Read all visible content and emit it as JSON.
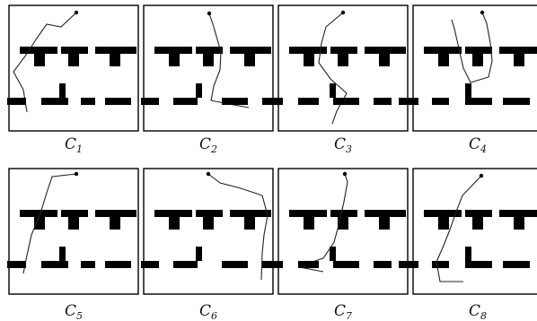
{
  "figure": {
    "panels": [
      {
        "letter": "C",
        "subscript": "1",
        "path": [
          [
            85,
            14
          ],
          [
            68,
            30
          ],
          [
            52,
            27
          ],
          [
            40,
            44
          ],
          [
            30,
            60
          ],
          [
            15,
            80
          ],
          [
            26,
            100
          ],
          [
            30,
            125
          ]
        ]
      },
      {
        "letter": "C",
        "subscript": "2",
        "path": [
          [
            233,
            15
          ],
          [
            238,
            30
          ],
          [
            246,
            58
          ],
          [
            245,
            78
          ],
          [
            238,
            96
          ],
          [
            235,
            112
          ],
          [
            255,
            116
          ],
          [
            277,
            120
          ]
        ]
      },
      {
        "letter": "C",
        "subscript": "3",
        "path": [
          [
            382,
            14
          ],
          [
            363,
            30
          ],
          [
            358,
            48
          ],
          [
            355,
            70
          ],
          [
            368,
            88
          ],
          [
            386,
            104
          ],
          [
            375,
            124
          ],
          [
            370,
            138
          ]
        ]
      },
      {
        "letter": "C",
        "subscript": "4",
        "path": [
          [
            537,
            14
          ],
          [
            542,
            26
          ],
          [
            546,
            48
          ],
          [
            548,
            68
          ],
          [
            544,
            86
          ],
          [
            524,
            92
          ],
          [
            516,
            76
          ],
          [
            506,
            32
          ],
          [
            503,
            22
          ]
        ]
      },
      {
        "letter": "C",
        "subscript": "5",
        "path": [
          [
            85,
            194
          ],
          [
            58,
            197
          ],
          [
            52,
            215
          ],
          [
            45,
            238
          ],
          [
            35,
            262
          ],
          [
            30,
            285
          ],
          [
            26,
            305
          ]
        ]
      },
      {
        "letter": "C",
        "subscript": "6",
        "path": [
          [
            232,
            194
          ],
          [
            245,
            204
          ],
          [
            268,
            210
          ],
          [
            292,
            218
          ],
          [
            298,
            240
          ],
          [
            294,
            262
          ],
          [
            292,
            282
          ],
          [
            291,
            312
          ]
        ]
      },
      {
        "letter": "C",
        "subscript": "7",
        "path": [
          [
            384,
            194
          ],
          [
            387,
            203
          ],
          [
            383,
            225
          ],
          [
            378,
            248
          ],
          [
            372,
            270
          ],
          [
            360,
            288
          ],
          [
            348,
            292
          ],
          [
            334,
            298
          ],
          [
            360,
            303
          ]
        ]
      },
      {
        "letter": "C",
        "subscript": "8",
        "path": [
          [
            536,
            196
          ],
          [
            515,
            218
          ],
          [
            508,
            236
          ],
          [
            501,
            256
          ],
          [
            494,
            274
          ],
          [
            486,
            292
          ],
          [
            490,
            314
          ],
          [
            516,
            314
          ]
        ]
      }
    ]
  }
}
